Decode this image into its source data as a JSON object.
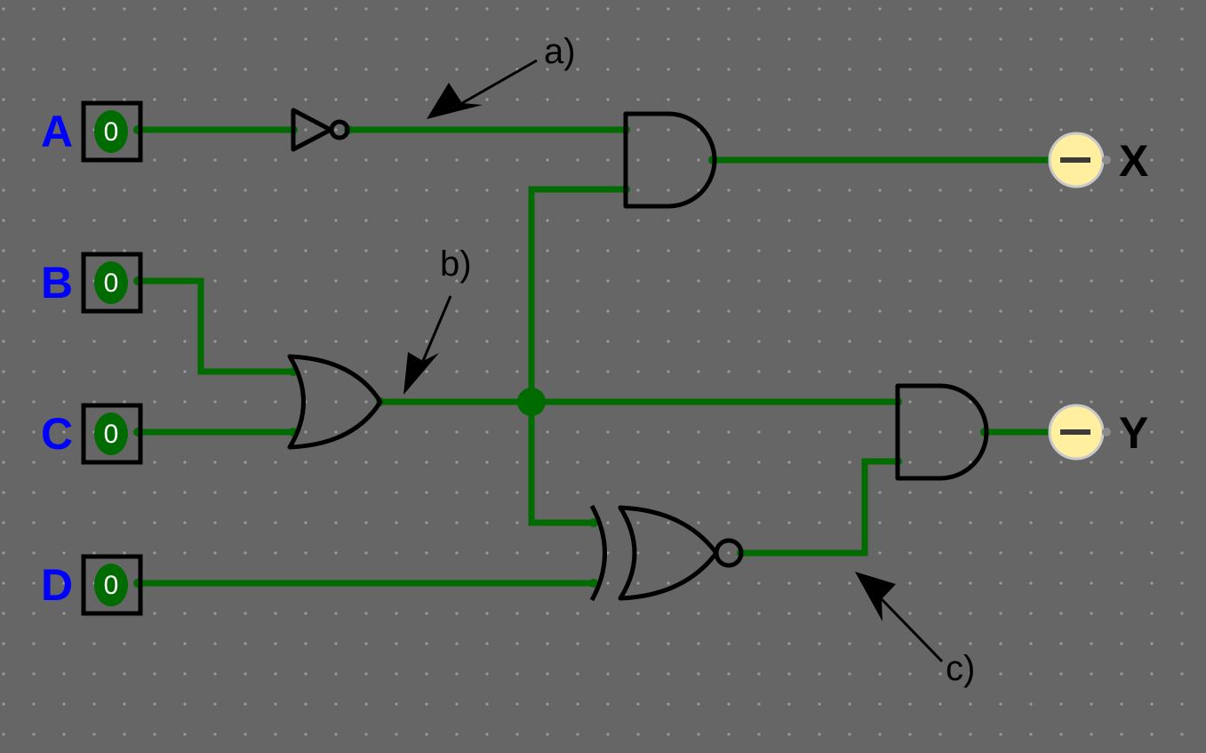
{
  "colors": {
    "background": "#666666",
    "grid_dot": "#9a9a9a",
    "wire": "#006b00",
    "input_label": "#0000ff",
    "led_fill": "#ffef9e"
  },
  "inputs": [
    {
      "id": "A",
      "label": "A",
      "value": "0"
    },
    {
      "id": "B",
      "label": "B",
      "value": "0"
    },
    {
      "id": "C",
      "label": "C",
      "value": "0"
    },
    {
      "id": "D",
      "label": "D",
      "value": "0"
    }
  ],
  "outputs": [
    {
      "id": "X",
      "label": "X"
    },
    {
      "id": "Y",
      "label": "Y"
    }
  ],
  "gates": [
    {
      "name": "not-gate",
      "kind": "NOT"
    },
    {
      "name": "or-gate",
      "kind": "OR"
    },
    {
      "name": "and-gate-x",
      "kind": "AND"
    },
    {
      "name": "and-gate-y",
      "kind": "AND"
    },
    {
      "name": "xnor-gate",
      "kind": "XNOR"
    }
  ],
  "callouts": {
    "a": "a)",
    "b": "b)",
    "c": "c)"
  }
}
